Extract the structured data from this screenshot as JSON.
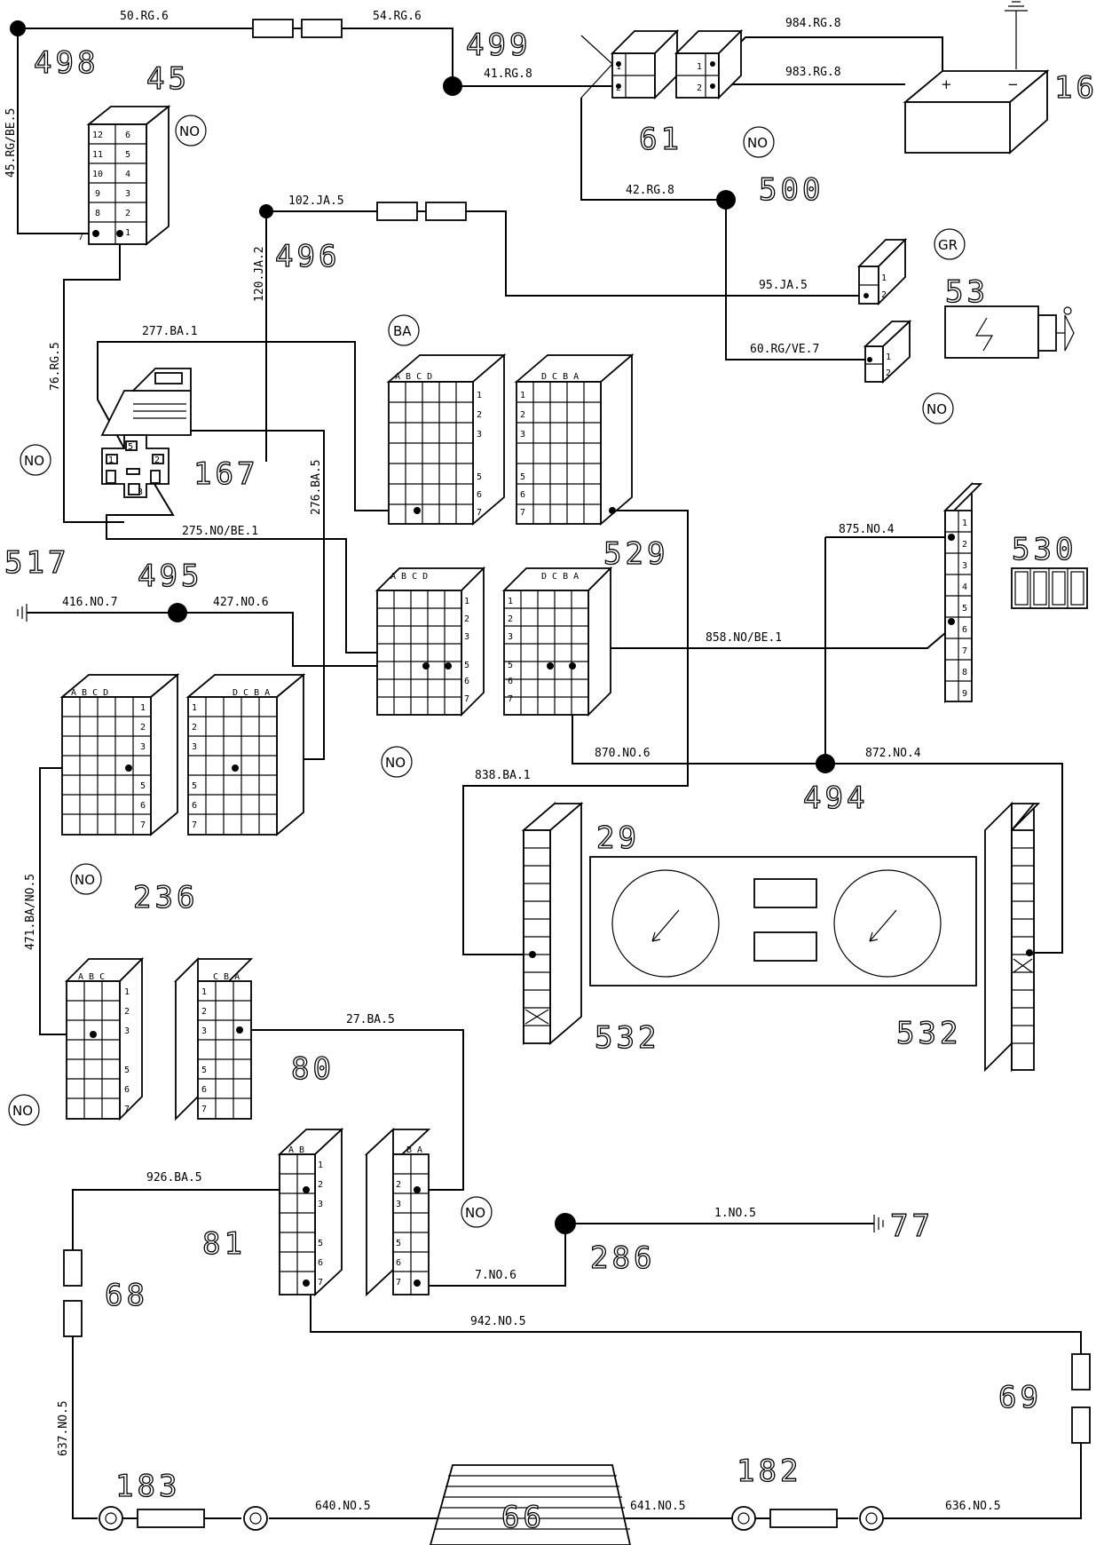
{
  "wires": [
    {
      "text": "50.RG.6"
    },
    {
      "text": "54.RG.6"
    },
    {
      "text": "984.RG.8"
    },
    {
      "text": "983.RG.8"
    },
    {
      "text": "41.RG.8"
    },
    {
      "text": "45.RG/BE.5"
    },
    {
      "text": "42.RG.8"
    },
    {
      "text": "102.JA.5"
    },
    {
      "text": "120.JA.2"
    },
    {
      "text": "95.JA.5"
    },
    {
      "text": "60.RG/VE.7"
    },
    {
      "text": "277.BA.1"
    },
    {
      "text": "76.RG.5"
    },
    {
      "text": "276.BA.5"
    },
    {
      "text": "275.NO/BE.1"
    },
    {
      "text": "875.NO.4"
    },
    {
      "text": "416.NO.7"
    },
    {
      "text": "427.NO.6"
    },
    {
      "text": "858.NO/BE.1"
    },
    {
      "text": "870.NO.6"
    },
    {
      "text": "872.NO.4"
    },
    {
      "text": "838.BA.1"
    },
    {
      "text": "471.BA/NO.5"
    },
    {
      "text": "27.BA.5"
    },
    {
      "text": "926.BA.5"
    },
    {
      "text": "1.NO.5"
    },
    {
      "text": "7.NO.6"
    },
    {
      "text": "942.NO.5"
    },
    {
      "text": "637.NO.5"
    },
    {
      "text": "640.NO.5"
    },
    {
      "text": "641.NO.5"
    },
    {
      "text": "636.NO.5"
    }
  ],
  "components": [
    {
      "text": "498"
    },
    {
      "text": "45"
    },
    {
      "text": "499"
    },
    {
      "text": "16"
    },
    {
      "text": "61"
    },
    {
      "text": "500"
    },
    {
      "text": "496"
    },
    {
      "text": "53"
    },
    {
      "text": "167"
    },
    {
      "text": "517"
    },
    {
      "text": "495"
    },
    {
      "text": "529"
    },
    {
      "text": "530"
    },
    {
      "text": "494"
    },
    {
      "text": "29"
    },
    {
      "text": "236"
    },
    {
      "text": "532"
    },
    {
      "text": "532"
    },
    {
      "text": "80"
    },
    {
      "text": "81"
    },
    {
      "text": "286"
    },
    {
      "text": "77"
    },
    {
      "text": "68"
    },
    {
      "text": "69"
    },
    {
      "text": "183"
    },
    {
      "text": "182"
    },
    {
      "text": "66"
    }
  ],
  "color_codes": [
    {
      "text": "NO"
    },
    {
      "text": "NO"
    },
    {
      "text": "GR"
    },
    {
      "text": "BA"
    },
    {
      "text": "NO"
    },
    {
      "text": "NO"
    },
    {
      "text": "NO"
    },
    {
      "text": "NO"
    },
    {
      "text": "NO"
    },
    {
      "text": "NO"
    }
  ],
  "battery": {
    "plus": "+",
    "minus": "−"
  },
  "columns_abcd": {
    "text": "A B C D"
  },
  "columns_dcba": {
    "text": "D C B A"
  },
  "columns_abc": {
    "text": "A B C"
  },
  "columns_cba": {
    "text": "C B A"
  },
  "columns_ab": {
    "text": "A B"
  },
  "columns_ba": {
    "text": "B A"
  }
}
